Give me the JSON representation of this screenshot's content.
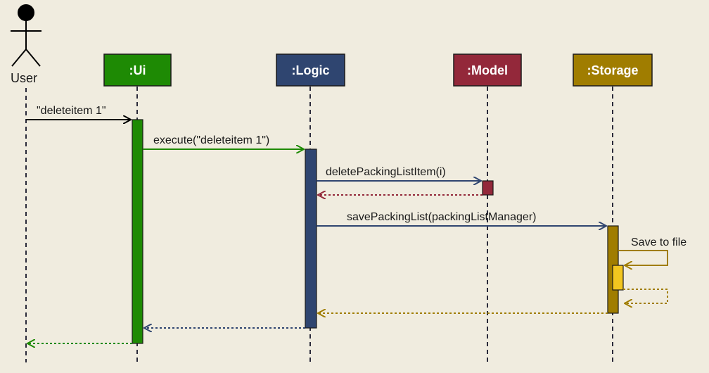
{
  "actor": {
    "label": "User",
    "icon": "stick-figure-icon"
  },
  "participants": [
    {
      "id": "ui",
      "label": ":Ui",
      "fill": "#1e8a04",
      "text_color": "#ffffff"
    },
    {
      "id": "logic",
      "label": ":Logic",
      "fill": "#2f4570",
      "text_color": "#ffffff"
    },
    {
      "id": "model",
      "label": ":Model",
      "fill": "#93283a",
      "text_color": "#ffffff"
    },
    {
      "id": "storage",
      "label": ":Storage",
      "fill": "#a07d00",
      "text_color": "#ffffff"
    }
  ],
  "messages": [
    {
      "label": "\"deleteitem 1\"",
      "from": "user",
      "to": "ui",
      "kind": "call",
      "color": "#000000"
    },
    {
      "label": "execute(\"deleteitem 1\")",
      "from": "ui",
      "to": "logic",
      "kind": "call",
      "color": "#1e8a04"
    },
    {
      "label": "deletePackingListItem(i)",
      "from": "logic",
      "to": "model",
      "kind": "call",
      "color": "#2f4570"
    },
    {
      "label": "",
      "from": "model",
      "to": "logic",
      "kind": "return",
      "color": "#93283a"
    },
    {
      "label": "savePackingList(packingListManager)",
      "from": "logic",
      "to": "storage",
      "kind": "call",
      "color": "#2f4570"
    },
    {
      "label": "Save to file",
      "from": "storage",
      "to": "storage",
      "kind": "self-call",
      "color": "#a07d00"
    },
    {
      "label": "",
      "from": "storage",
      "to": "storage",
      "kind": "self-return",
      "color": "#a07d00"
    },
    {
      "label": "",
      "from": "storage",
      "to": "logic",
      "kind": "return",
      "color": "#a07d00"
    },
    {
      "label": "",
      "from": "logic",
      "to": "ui",
      "kind": "return",
      "color": "#2f4570"
    },
    {
      "label": "",
      "from": "ui",
      "to": "user",
      "kind": "return",
      "color": "#1e8a04"
    }
  ],
  "colors": {
    "background": "#f0ecdf",
    "lifeline": "#2a2a3a",
    "storage_inner_activation": "#f2c61f"
  }
}
